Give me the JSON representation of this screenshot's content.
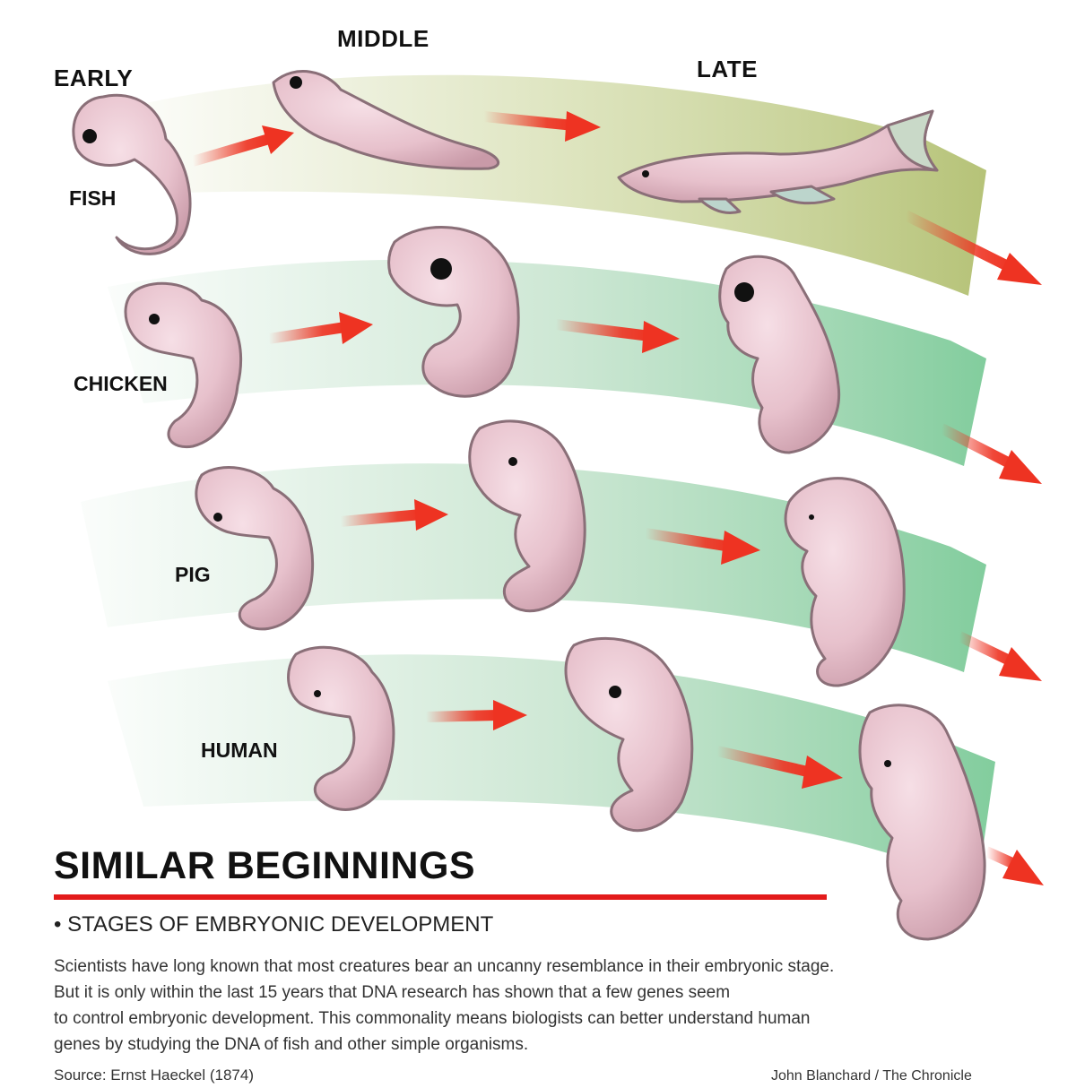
{
  "stages": {
    "early": "EARLY",
    "middle": "MIDDLE",
    "late": "LATE"
  },
  "species": {
    "fish": "FISH",
    "chicken": "CHICKEN",
    "pig": "PIG",
    "human": "HUMAN"
  },
  "title": "SIMILAR BEGINNINGS",
  "subtitle": "• STAGES OF EMBRYONIC DEVELOPMENT",
  "body": [
    "Scientists have long known that most creatures bear an uncanny resemblance in their embryonic stage.",
    "But it is only within the last 15 years that DNA research has shown that a few genes seem",
    "to control embryonic development. This commonality means biologists can better understand human",
    "genes by studying the DNA of fish and other simple organisms."
  ],
  "source": "Source: Ernst Haeckel (1874)",
  "credit": "John Blanchard / The Chronicle",
  "colors": {
    "embryo_fill": "#e9c6d0",
    "embryo_outline": "#8a6f78",
    "arrow": "#ee3322",
    "band_fish": "#b6c47a",
    "band_other": "#7fc79a",
    "title_rule": "#e31b1b"
  }
}
